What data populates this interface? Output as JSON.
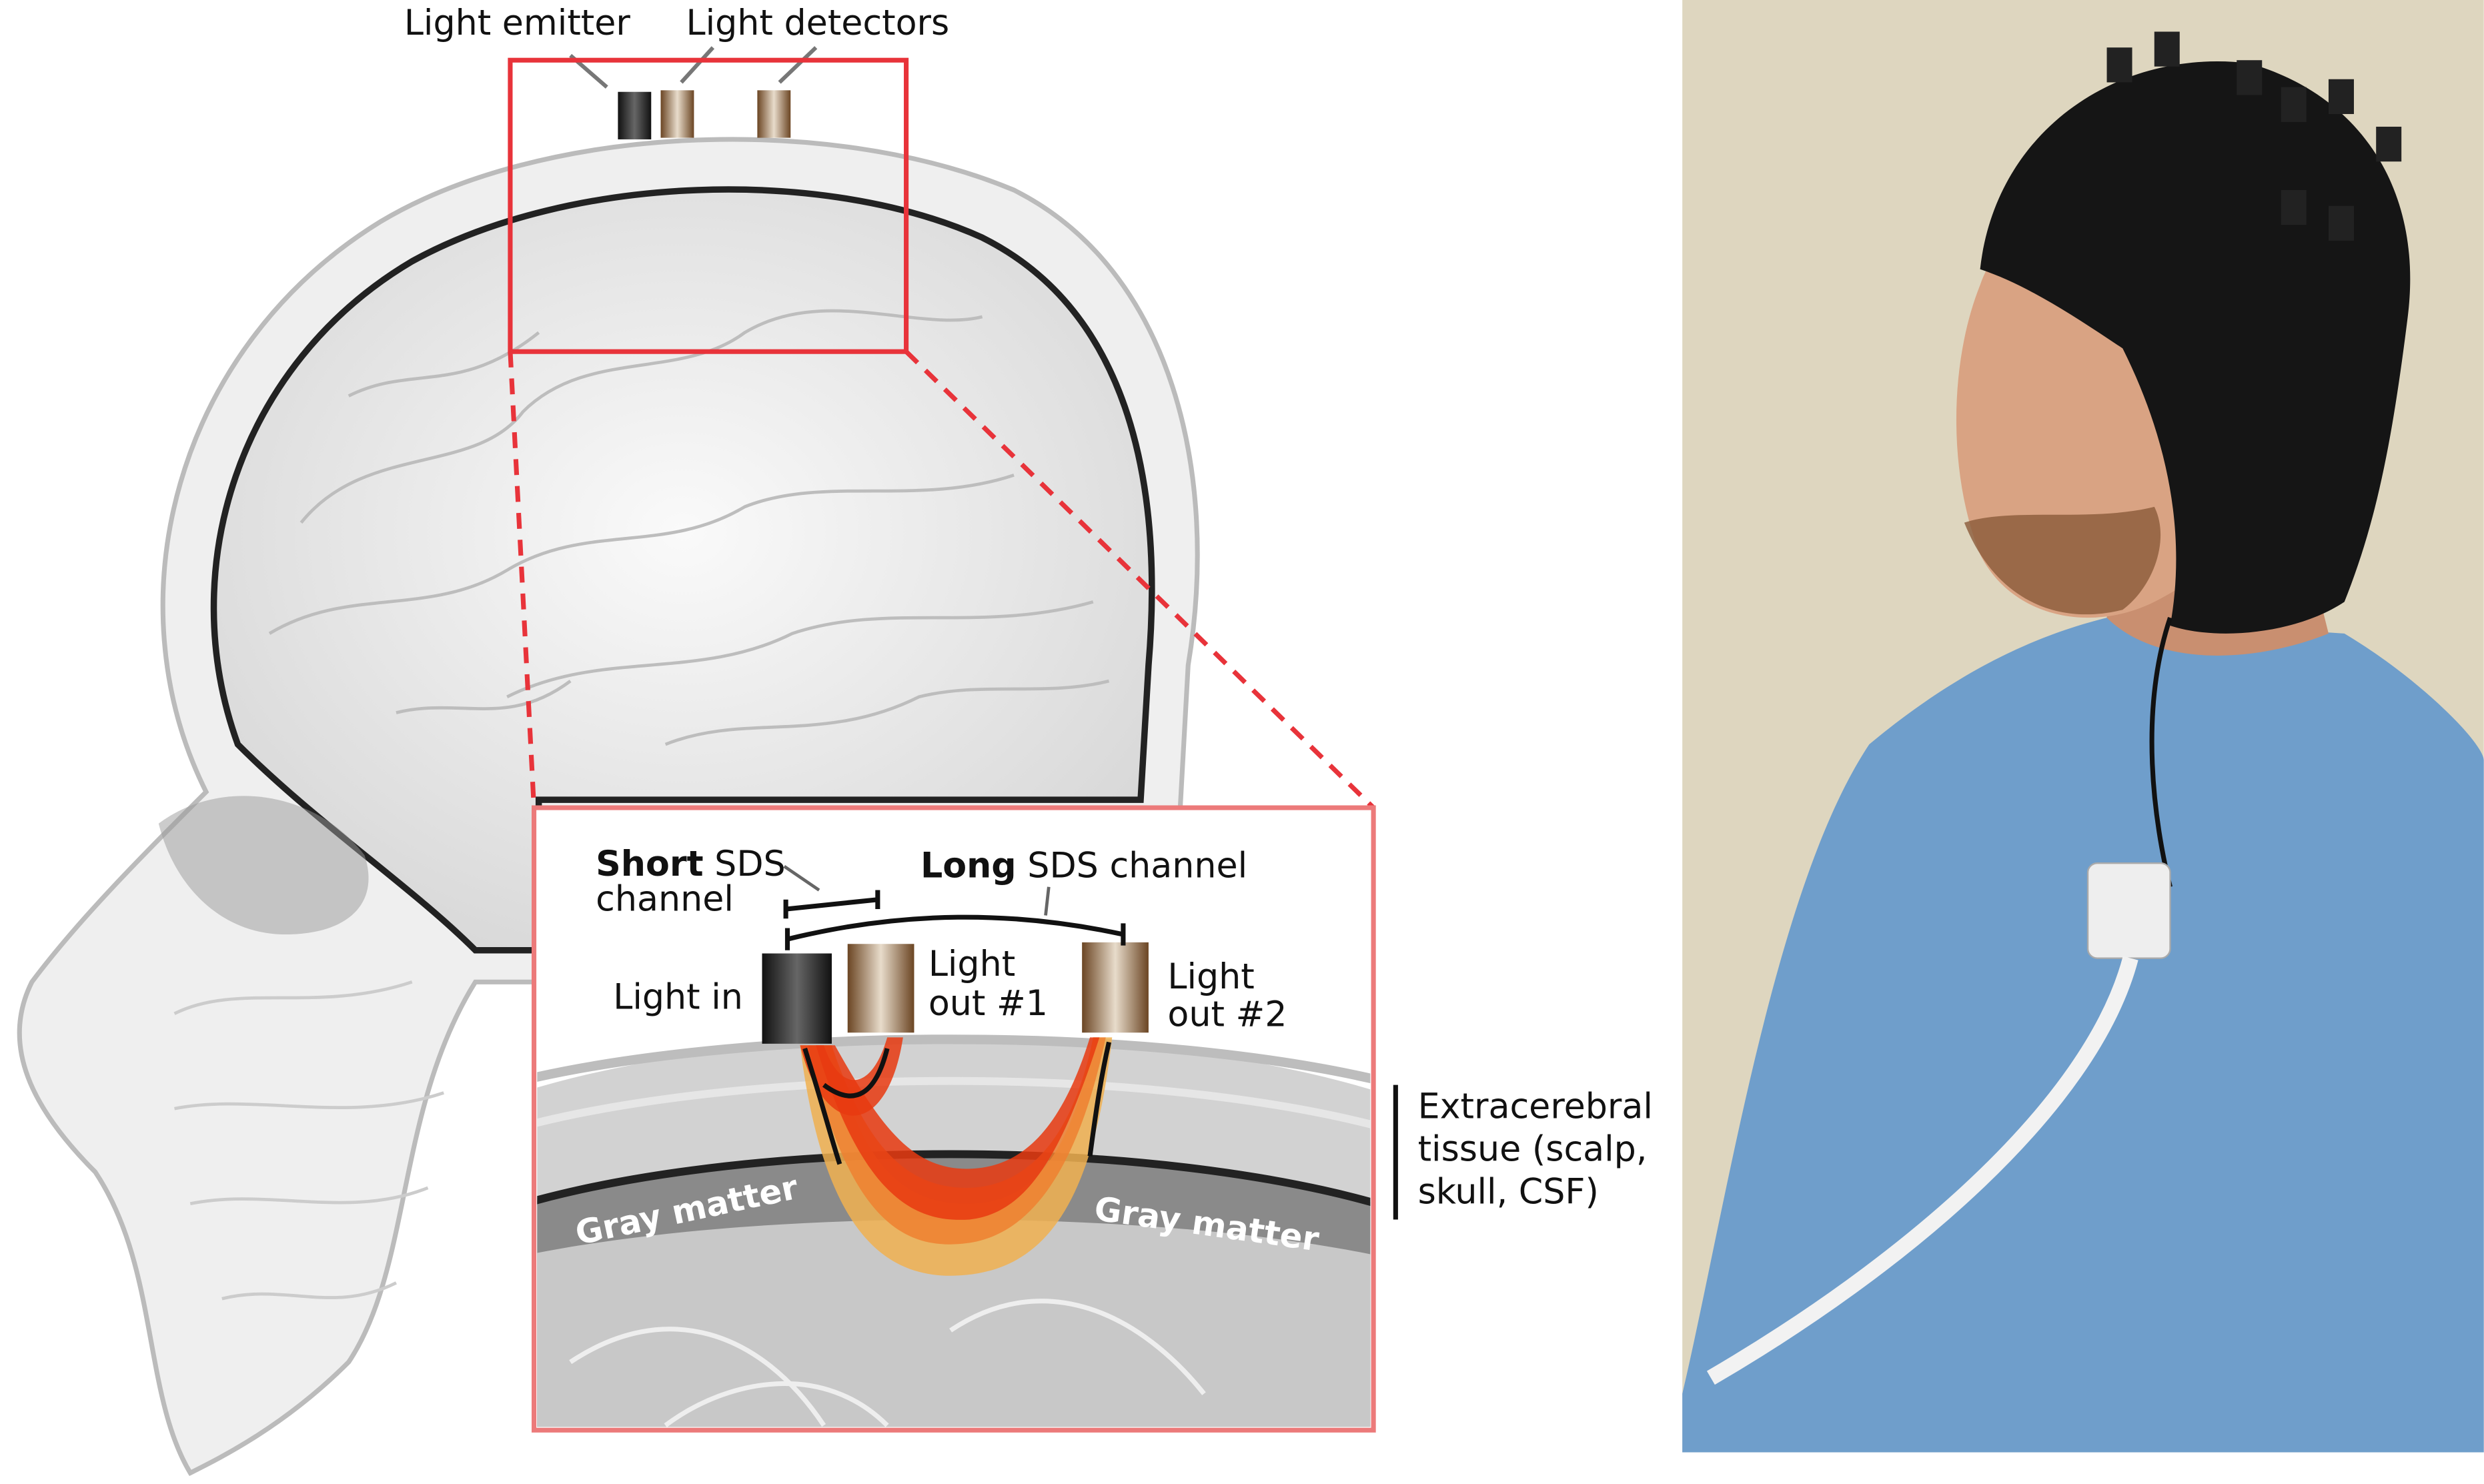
{
  "labels": {
    "light_emitter": "Light emitter",
    "light_detectors": "Light detectors",
    "short_bold": "Short",
    "short_rest": " SDS",
    "short_line2": "channel",
    "long_bold": "Long",
    "long_rest": " SDS channel",
    "light_in": "Light in",
    "out1_line1": "Light",
    "out1_line2": "out #1",
    "out2_line1": "Light",
    "out2_line2": "out #2",
    "gray_matter_left": "Gray matter",
    "gray_matter_right": "Gray matter",
    "extracerebral_line1": "Extracerebral",
    "extracerebral_line2": "tissue (scalp,",
    "extracerebral_line3": "skull, CSF)"
  },
  "colors": {
    "highlight_box": "#e8333a",
    "inset_border": "#ec7a7a",
    "emitter": "#222222",
    "detector": "#7a5532",
    "light_path_outer": "#f0b050",
    "light_path_mid": "#ee8030",
    "light_path_inner": "#e83a10",
    "photo_background": "#ded6bf",
    "shirt": "#6f9ecb",
    "cap": "#151515",
    "skin": "#d9a383"
  }
}
